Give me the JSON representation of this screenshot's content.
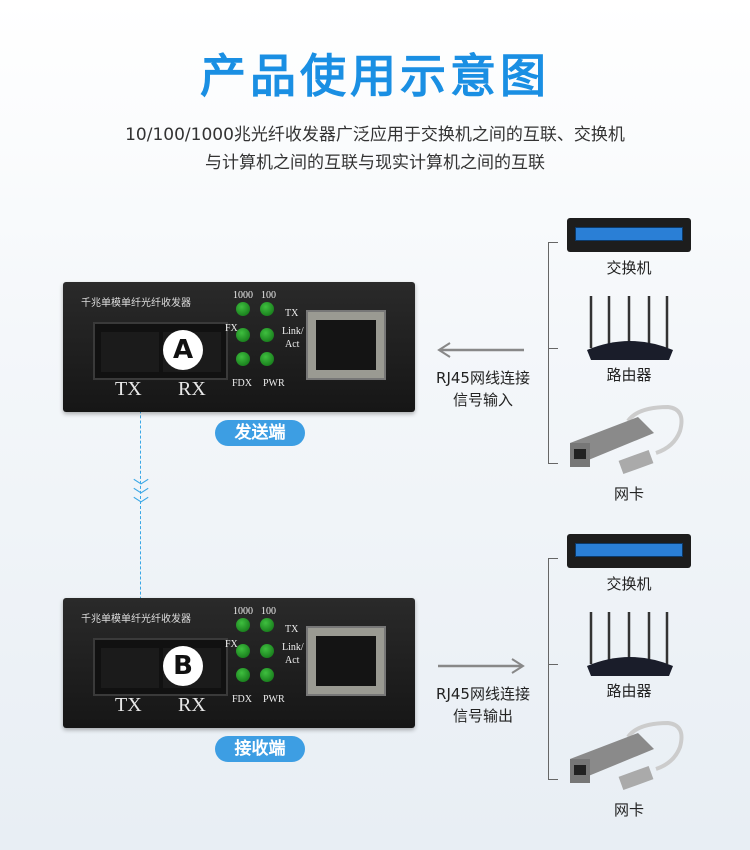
{
  "title": "产品使用示意图",
  "subtitle": [
    "10/100/1000兆光纤收发器广泛应用于交换机之间的互联、交换机",
    "与计算机之间的互联与现实计算机之间的互联"
  ],
  "device": {
    "name": "千兆单模单纤光纤收发器",
    "tx": "TX",
    "rx": "RX",
    "leds": {
      "l1000": "1000",
      "l100": "100",
      "tx": "TX",
      "fx": "FX",
      "link": "Link/",
      "act": "Act",
      "fdx": "FDX",
      "pwr": "PWR"
    }
  },
  "senders": [
    {
      "marker": "A",
      "badge": "发送端",
      "arrow_text": [
        "RJ45网线连接",
        "信号输入"
      ],
      "arrow_direction": "left"
    },
    {
      "marker": "B",
      "badge": "接收端",
      "arrow_text": [
        "RJ45网线连接",
        "信号输出"
      ],
      "arrow_direction": "right"
    }
  ],
  "peripherals": [
    "交换机",
    "路由器",
    "网卡"
  ],
  "colors": {
    "accent": "#1a8fe3",
    "badge": "#3d9ee3",
    "led": "#1f8f22"
  }
}
